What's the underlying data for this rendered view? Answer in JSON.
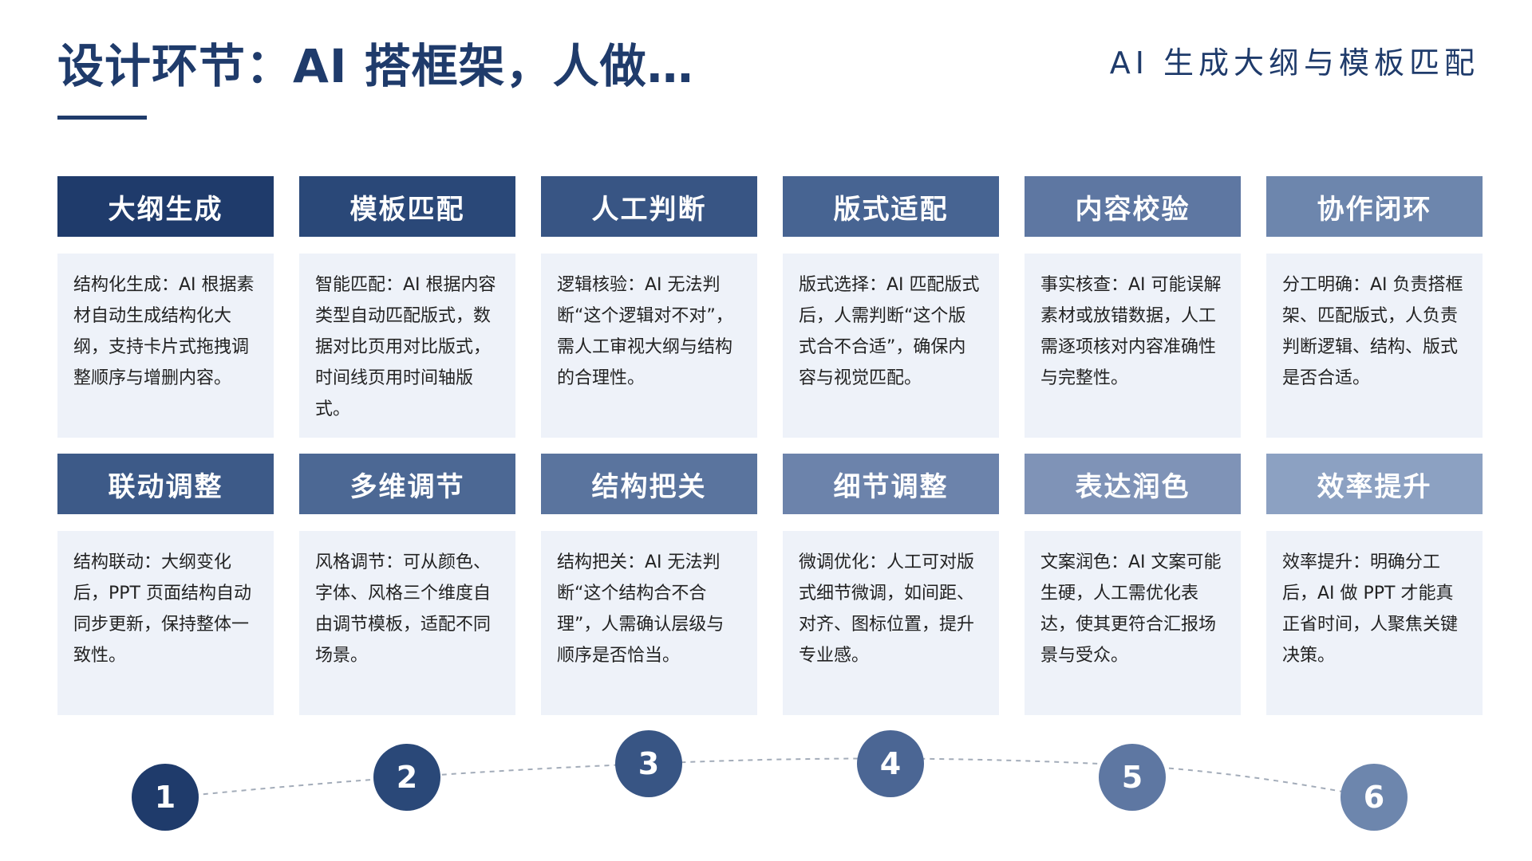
{
  "header": {
    "title": "设计环节：AI 搭框架，人做…",
    "subtitle": "AI 生成大纲与模板匹配"
  },
  "colors": {
    "primary": "#1f3b6b",
    "card_body_bg": "#eef2f9",
    "heads_row1": [
      "#1f3b6b",
      "#2a4878",
      "#385584",
      "#476492",
      "#5e77a2",
      "#6d86ad"
    ],
    "heads_row2": [
      "#3d5a88",
      "#4c6894",
      "#5a749e",
      "#6c83ab",
      "#7f93b7",
      "#8ca1c2"
    ],
    "nodes": [
      "#1f3b6b",
      "#2a4878",
      "#385584",
      "#4b6694",
      "#5e77a2",
      "#6d86ad"
    ]
  },
  "cards_row1": [
    {
      "title": "大纲生成",
      "body": "结构化生成：AI 根据素材自动生成结构化大纲，支持卡片式拖拽调整顺序与增删内容。"
    },
    {
      "title": "模板匹配",
      "body": "智能匹配：AI 根据内容类型自动匹配版式，数据对比页用对比版式，时间线页用时间轴版式。"
    },
    {
      "title": "人工判断",
      "body": "逻辑核验：AI 无法判断“这个逻辑对不对”，需人工审视大纲与结构的合理性。"
    },
    {
      "title": "版式适配",
      "body": "版式选择：AI 匹配版式后，人需判断“这个版式合不合适”，确保内容与视觉匹配。"
    },
    {
      "title": "内容校验",
      "body": "事实核查：AI 可能误解素材或放错数据，人工需逐项核对内容准确性与完整性。"
    },
    {
      "title": "协作闭环",
      "body": "分工明确：AI 负责搭框架、匹配版式，人负责判断逻辑、结构、版式是否合适。"
    }
  ],
  "cards_row2": [
    {
      "title": "联动调整",
      "body": "结构联动：大纲变化后，PPT 页面结构自动同步更新，保持整体一致性。"
    },
    {
      "title": "多维调节",
      "body": "风格调节：可从颜色、字体、风格三个维度自由调节模板，适配不同场景。"
    },
    {
      "title": "结构把关",
      "body": "结构把关：AI 无法判断“这个结构合不合理”，人需确认层级与顺序是否恰当。"
    },
    {
      "title": "细节调整",
      "body": "微调优化：人工可对版式细节微调，如间距、对齐、图标位置，提升专业感。"
    },
    {
      "title": "表达润色",
      "body": "文案润色：AI 文案可能生硬，人工需优化表达，使其更符合汇报场景与受众。"
    },
    {
      "title": "效率提升",
      "body": "效率提升：明确分工后，AI 做 PPT 才能真正省时间，人聚焦关键决策。"
    }
  ],
  "timeline": {
    "steps": [
      "1",
      "2",
      "3",
      "4",
      "5",
      "6"
    ]
  }
}
